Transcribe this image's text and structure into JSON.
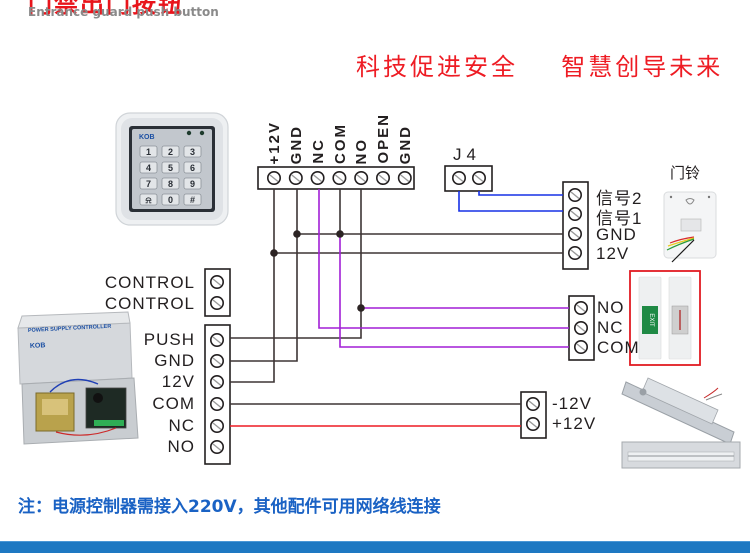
{
  "header": {
    "title_cn": "门禁出门按钮",
    "title_en": "Entrance guard push button"
  },
  "slogan": {
    "left": "科技促进安全",
    "right": "智慧创导未来"
  },
  "keypad": {
    "brand": "KOB",
    "keys": [
      "1",
      "2",
      "3",
      "4",
      "5",
      "6",
      "7",
      "8",
      "9",
      "bell",
      "0",
      "#"
    ],
    "terminal_labels": [
      "+12V",
      "GND",
      "NC",
      "COM",
      "NO",
      "OPEN",
      "GND"
    ]
  },
  "j4": {
    "label": "J4"
  },
  "doorbell": {
    "title": "门铃",
    "terminal_labels": [
      "信号2",
      "信号1",
      "GND",
      "12V"
    ]
  },
  "psu": {
    "panel_text": "POWER SUPPLY CONTROLLER",
    "brand": "KOB",
    "control_labels": [
      "CONTROL",
      "CONTROL"
    ],
    "terminal_labels": [
      "PUSH",
      "GND",
      "12V",
      "COM",
      "NC",
      "NO"
    ]
  },
  "exit_button": {
    "terminal_labels": [
      "NO",
      "NC",
      "COM"
    ],
    "button_text": "EXIT"
  },
  "lock": {
    "terminal_labels": [
      "-12V",
      "+12V"
    ]
  },
  "note": "注：电源控制器需接入220V，其他配件可用网络线连接",
  "colors": {
    "wire_black": "#3d3535",
    "wire_purple": "#a21fd6",
    "wire_blue": "#1730e6",
    "wire_red": "#ee1c24",
    "accent_red": "#ee1c24",
    "note_blue": "#1a62c4",
    "footer_blue": "#1e78c2"
  }
}
